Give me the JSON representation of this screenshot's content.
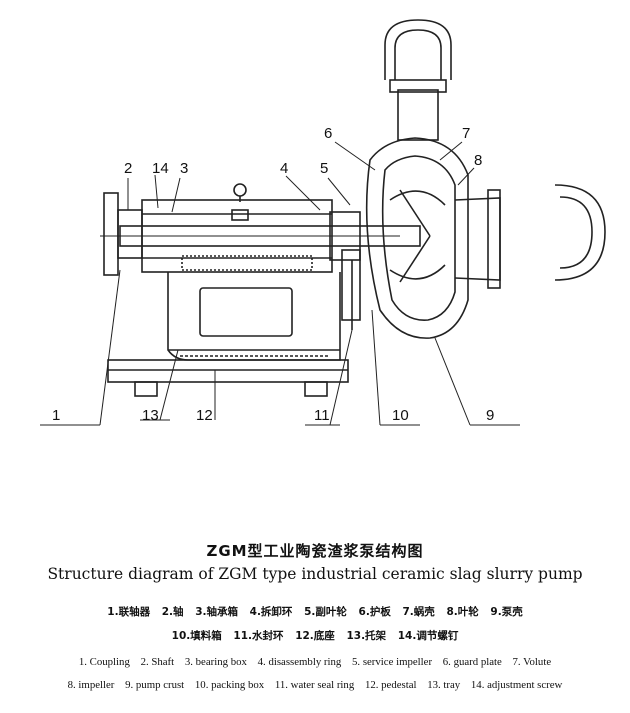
{
  "callouts": [
    "1",
    "2",
    "3",
    "4",
    "5",
    "6",
    "7",
    "8",
    "9",
    "10",
    "11",
    "12",
    "13",
    "14"
  ],
  "title_cn": "ZGM型工业陶瓷渣浆泵结构图",
  "title_en": "Structure diagram of ZGM type industrial ceramic slag slurry pump",
  "legend_cn_row1": [
    "1.联轴器",
    "2.轴",
    "3.轴承箱",
    "4.拆卸环",
    "5.副叶轮",
    "6.护板",
    "7.蜗壳",
    "8.叶轮",
    "9.泵壳"
  ],
  "legend_cn_row2": [
    "10.填料箱",
    "11.水封环",
    "12.底座",
    "13.托架",
    "14.调节螺钉"
  ],
  "legend_en_row1": [
    "1. Coupling",
    "2. Shaft",
    "3. bearing box",
    "4. disassembly ring",
    "5. service impeller",
    "6. guard plate",
    "7. Volute"
  ],
  "legend_en_row2": [
    "8. impeller",
    "9. pump crust",
    "10. packing box",
    "11. water seal ring",
    "12. pedestal",
    "13. tray",
    "14. adjustment screw"
  ]
}
